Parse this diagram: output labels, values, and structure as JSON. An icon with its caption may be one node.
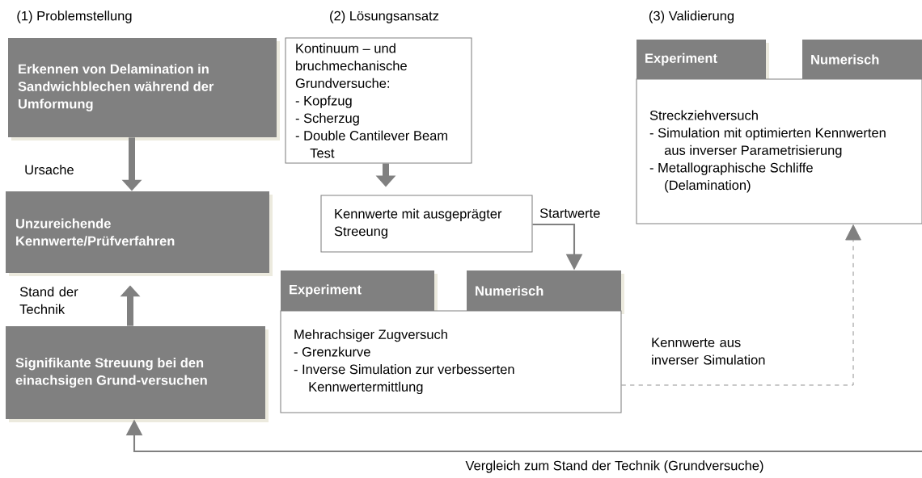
{
  "diagram": {
    "nodes": [
      {
        "text": [
          "Erkennen von Delamination in Sandwichblechen während der Umformung"
        ]
      },
      {
        "text": [
          "Unzureichende Kennwerte/Prüfverfahren"
        ]
      },
      {
        "text": [
          "Signifikante Streuung bei den einachsigen Grund-versuchen"
        ]
      },
      {
        "text": [
          "Kontinuum – und bruchmechanische Grundversuche:",
          "- Kopfzug",
          "- Scherzug",
          "- Double Cantilever Beam Test"
        ]
      },
      {
        "text": [
          "Kennwerte mit ausgeprägter Streeung"
        ]
      },
      {
        "text": [
          "Experiment"
        ]
      },
      {
        "text": [
          "Numerisch"
        ]
      },
      {
        "text": [
          "Mehrachsiger Zugversuch",
          "- Grenzkurve",
          "- Inverse Simulation zur verbesserten Kennwertermittlung"
        ]
      },
      {
        "text": [
          "Experiment"
        ]
      },
      {
        "text": [
          "Numerisch"
        ]
      },
      {
        "text": [
          "Streckziehversuch",
          "- Simulation mit optimierten Kennwerten aus inverser Parametrisierung",
          "- Metallographische Schliffe (Delamination)"
        ]
      }
    ],
    "edges": [
      {
        "from": 0,
        "to": 1,
        "arrow": "to",
        "label": "Ursache",
        "style": "thick"
      },
      {
        "from": 2,
        "to": 1,
        "arrow": "to",
        "label": "Stand der Technik",
        "style": "thick"
      },
      {
        "from": 3,
        "to": 4,
        "arrow": "to",
        "style": "thick"
      },
      {
        "from": 4,
        "to": 6,
        "arrow": "to",
        "label": "Startwerte"
      },
      {
        "from": 7,
        "to": 10,
        "arrow": "to",
        "label": "Kennwerte aus inverser Simulation",
        "style": "dashed"
      },
      {
        "from": null,
        "to": 2,
        "arrow": "to",
        "label": "Vergleich zum Stand der Technik (Grundversuche)"
      }
    ],
    "labels": [
      "(1) Problemstellung",
      "(2) Lösungsansatz",
      "(3) Validierung"
    ]
  }
}
